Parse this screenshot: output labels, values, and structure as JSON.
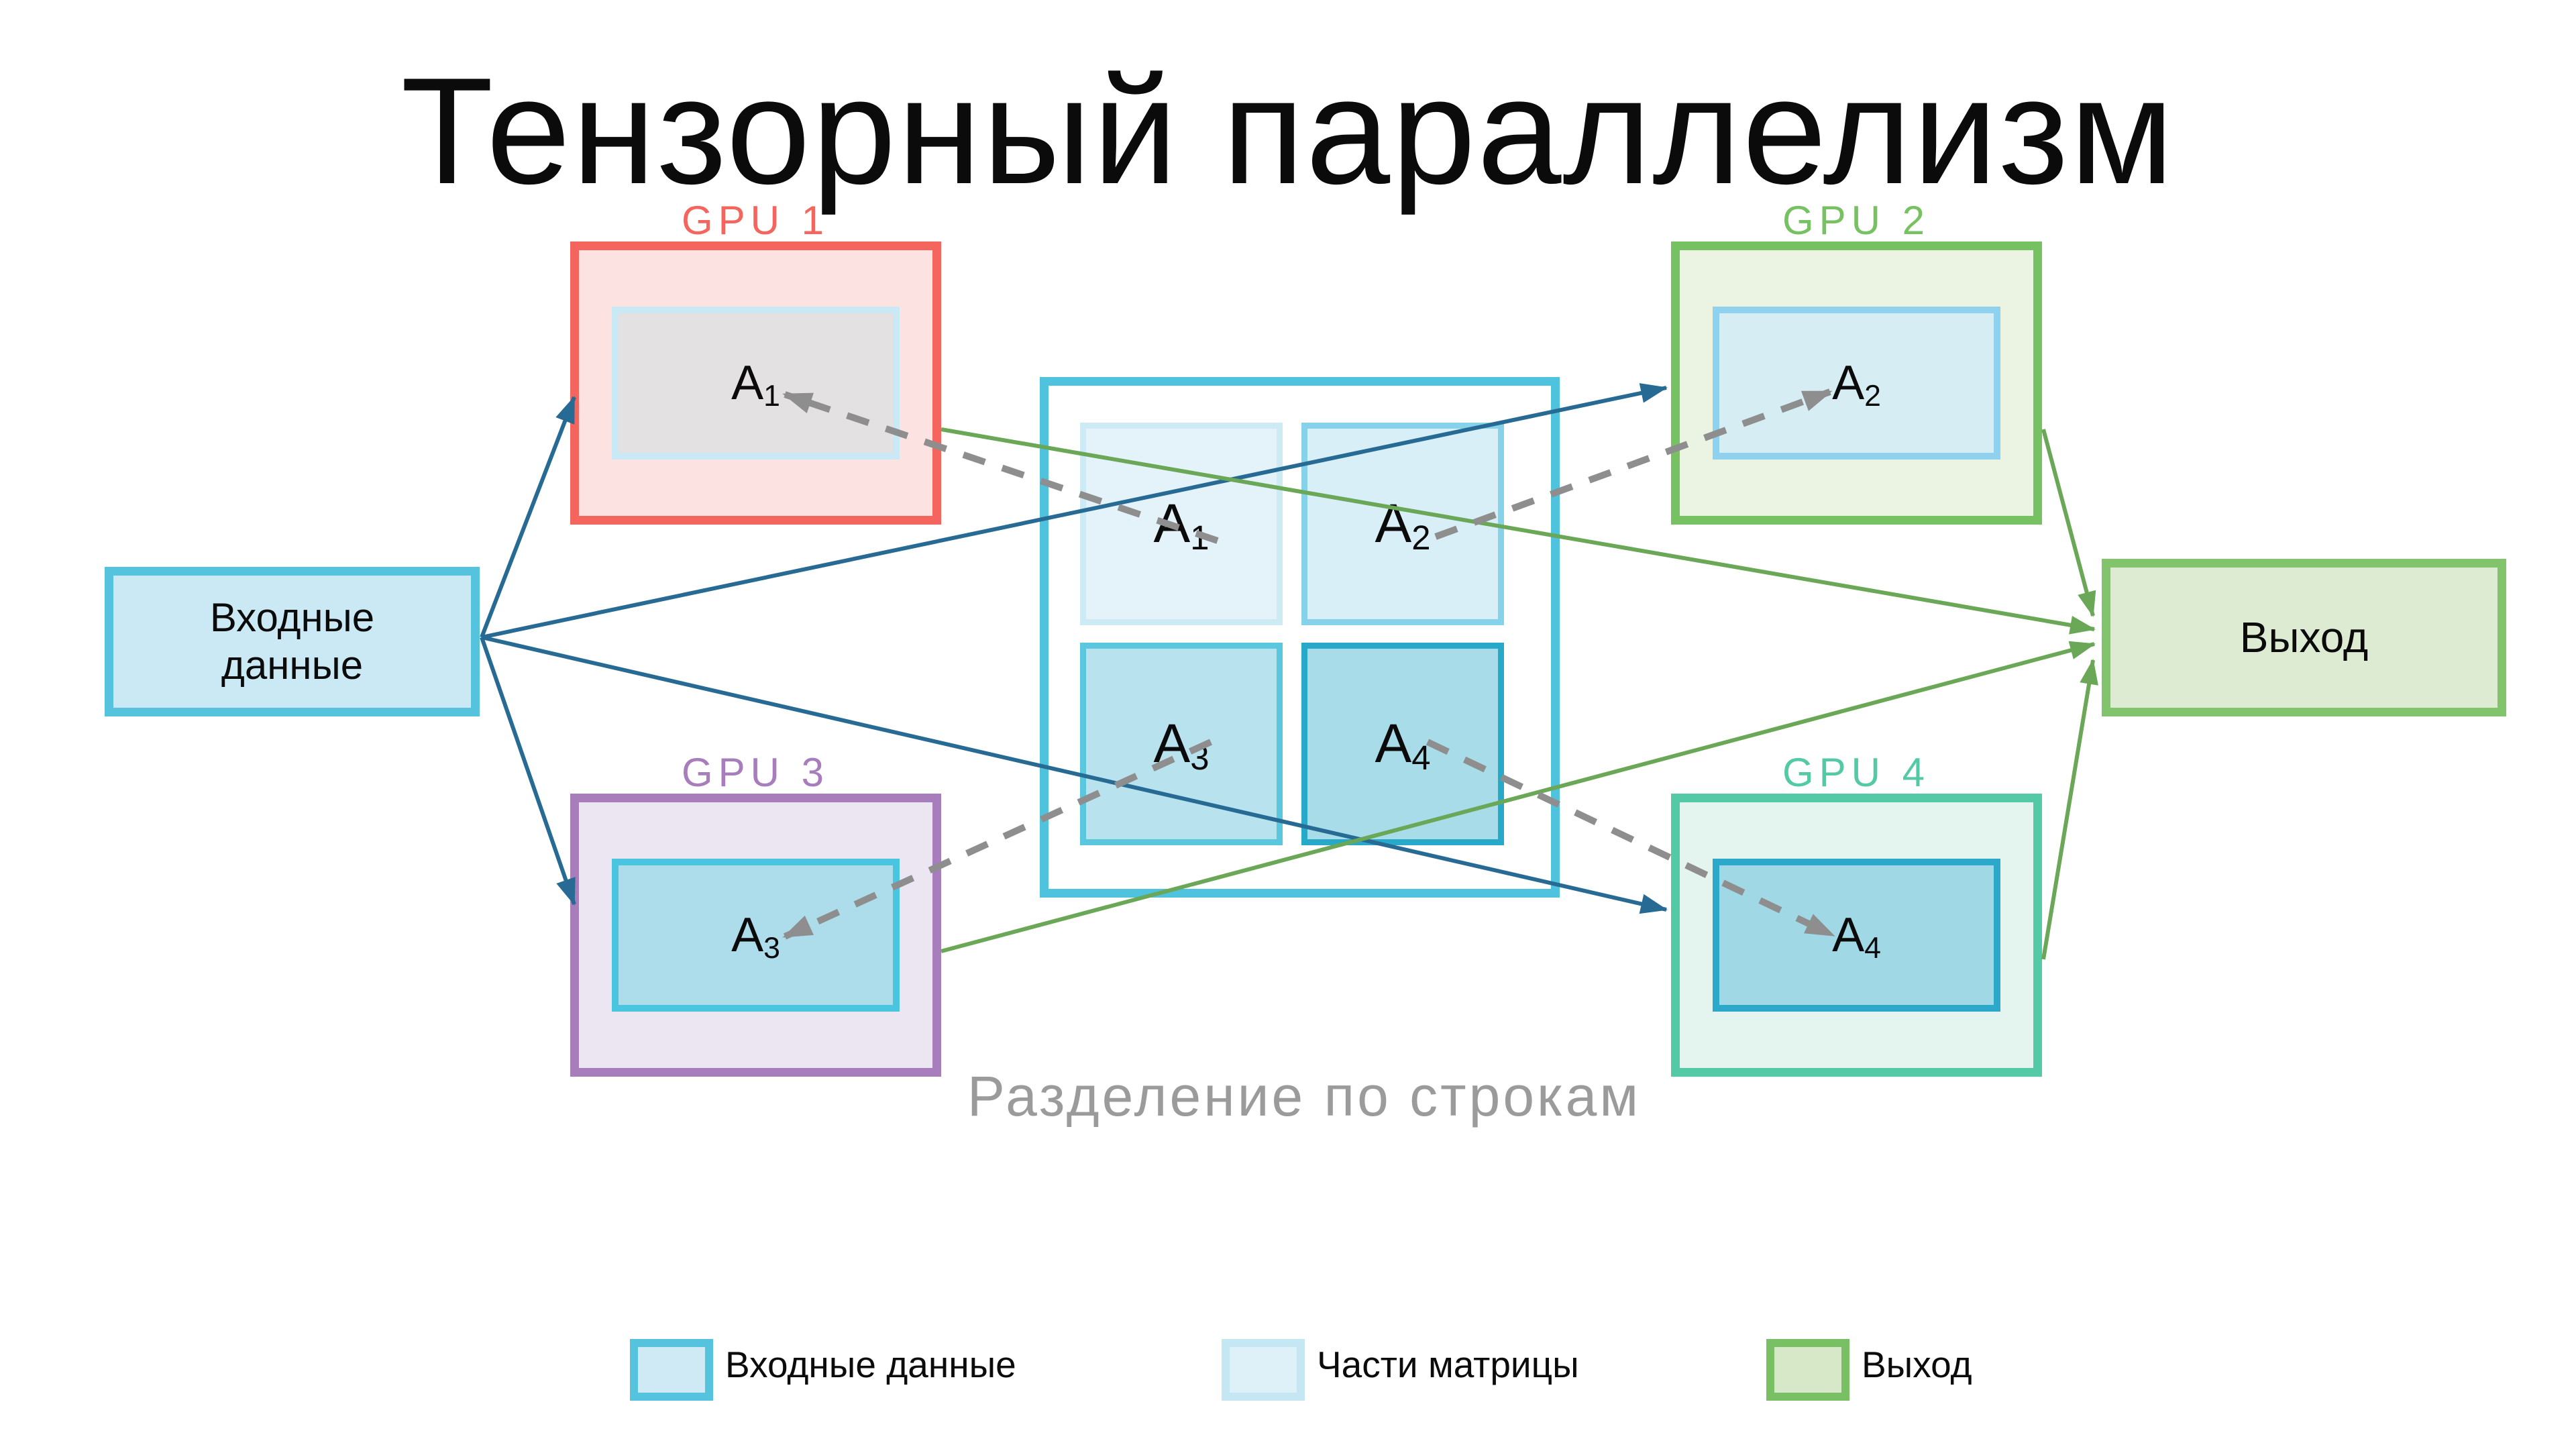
{
  "title": "Тензорный параллелизм",
  "caption": "Разделение по строкам",
  "input": {
    "line1": "Входные",
    "line2": "данные"
  },
  "output": {
    "label": "Выход"
  },
  "gpus": [
    {
      "id": "gpu1",
      "label": "GPU 1",
      "chip": {
        "base": "A",
        "sub": "1"
      }
    },
    {
      "id": "gpu2",
      "label": "GPU 2",
      "chip": {
        "base": "A",
        "sub": "2"
      }
    },
    {
      "id": "gpu3",
      "label": "GPU 3",
      "chip": {
        "base": "A",
        "sub": "3"
      }
    },
    {
      "id": "gpu4",
      "label": "GPU 4",
      "chip": {
        "base": "A",
        "sub": "4"
      }
    }
  ],
  "matrix": {
    "quadrants": [
      {
        "base": "A",
        "sub": "1"
      },
      {
        "base": "A",
        "sub": "2"
      },
      {
        "base": "A",
        "sub": "3"
      },
      {
        "base": "A",
        "sub": "4"
      }
    ]
  },
  "legend": [
    {
      "label": "Входные данные"
    },
    {
      "label": "Части матрицы"
    },
    {
      "label": "Выход"
    }
  ],
  "colors": {
    "gpu1_accent": "#f4655d",
    "gpu1_fill": "#fce3e2",
    "gpu2_accent": "#76c161",
    "gpu2_fill": "#ebf3e3",
    "gpu3_accent": "#a87dbb",
    "gpu3_fill": "#ece6f2",
    "gpu4_accent": "#54c9a5",
    "gpu4_fill": "#e4f5ef",
    "input_border": "#55c3de",
    "input_fill": "#cbe9f4",
    "output_border": "#82c46c",
    "output_fill": "#dcebd1",
    "matrix_border": "#4fc2dd",
    "quad1_fill": "#e4f3fa",
    "quad2_fill": "#d8eff7",
    "quad3_fill": "#b7e2ee",
    "quad4_fill": "#a8dce9",
    "edge_blue": "#276b94",
    "edge_green": "#6aa757",
    "edge_dashed_gray": "#8e8e8e",
    "caption_gray": "#9b9b9b"
  }
}
